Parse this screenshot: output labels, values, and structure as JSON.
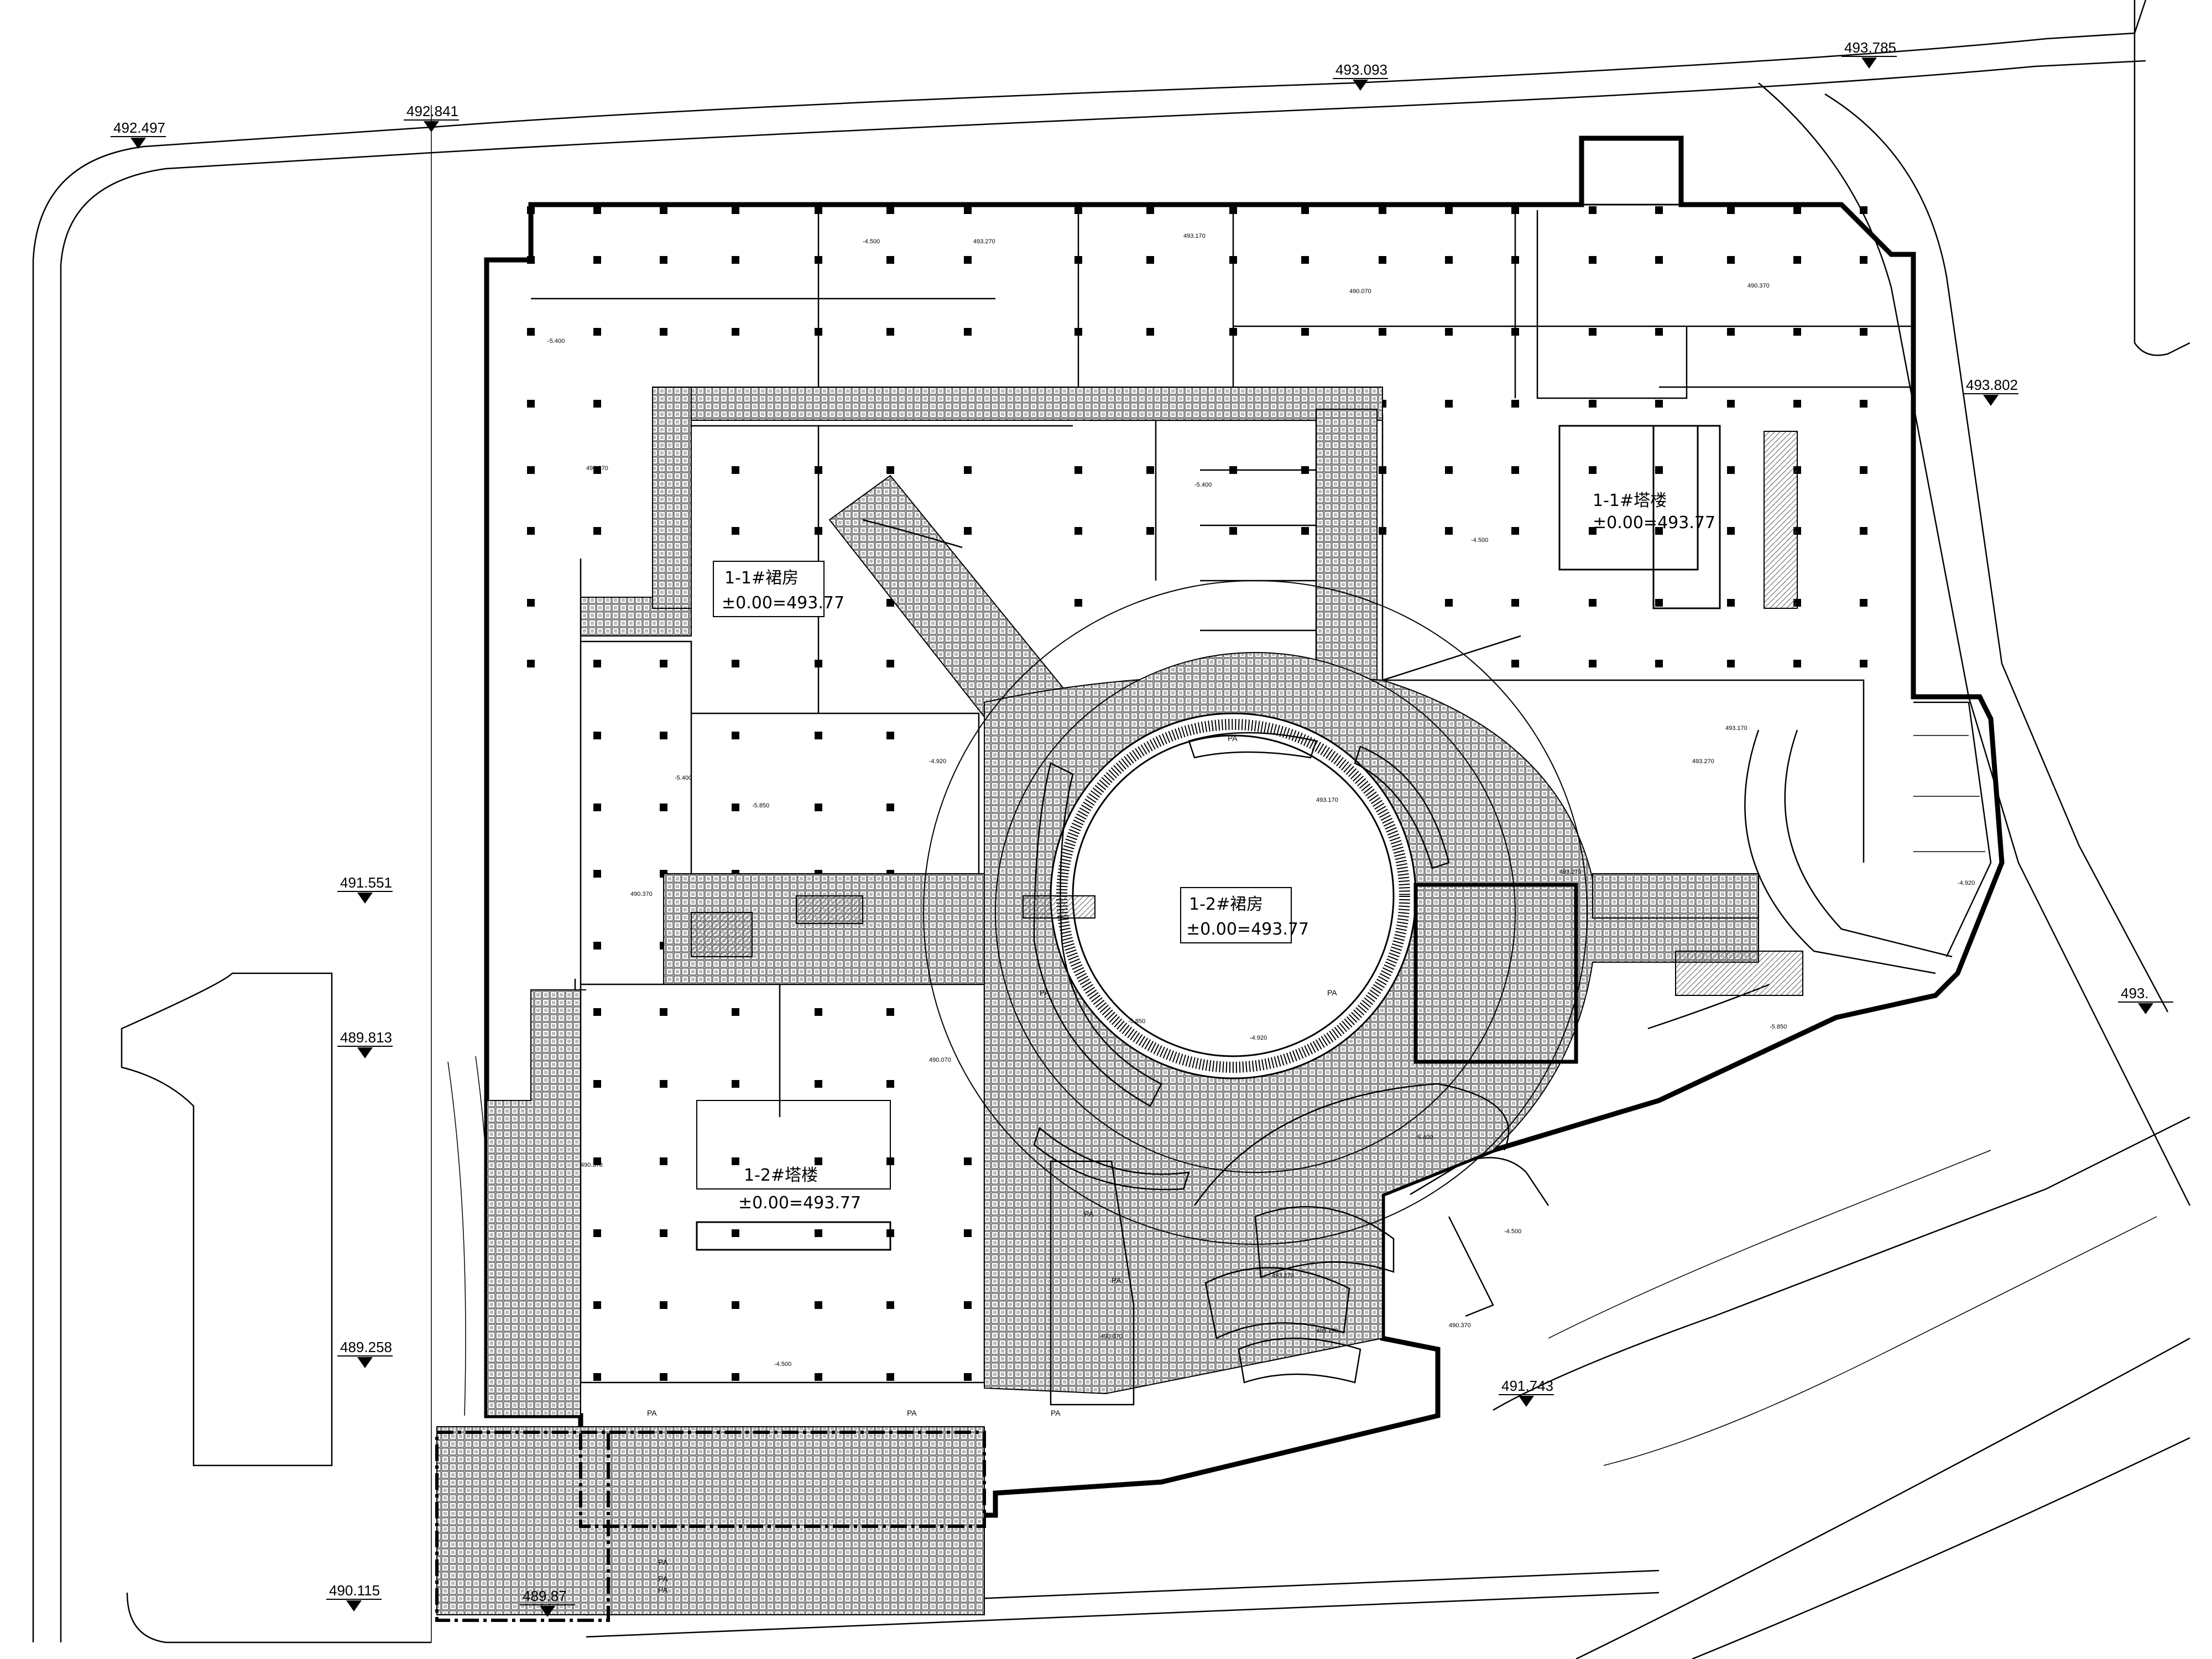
{
  "elevations": [
    {
      "id": "e1",
      "text": "492.497"
    },
    {
      "id": "e2",
      "text": "492.841"
    },
    {
      "id": "e3",
      "text": "493.093"
    },
    {
      "id": "e4",
      "text": "493.785"
    },
    {
      "id": "e5",
      "text": "493.802"
    },
    {
      "id": "e6",
      "text": "493."
    },
    {
      "id": "e7",
      "text": "491.551"
    },
    {
      "id": "e8",
      "text": "489.813"
    },
    {
      "id": "e9",
      "text": "489.258"
    },
    {
      "id": "e10",
      "text": "490.115"
    },
    {
      "id": "e11",
      "text": "489.87"
    },
    {
      "id": "e12",
      "text": "491.743"
    }
  ],
  "labels": {
    "podium_1_1_name": "1-1#裙房",
    "podium_1_1_elev": "±0.00=493.77",
    "podium_1_2_name": "1-2#裙房",
    "podium_1_2_elev": "±0.00=493.77",
    "tower_1_1_name": "1-1#塔楼",
    "tower_1_1_elev": "±0.00=493.77",
    "tower_1_2_name": "1-2#塔楼",
    "tower_1_2_elev": "±0.00=493.77"
  },
  "pa_labels": [
    "PA",
    "PA",
    "PA",
    "PA",
    "PA",
    "PA",
    "PA",
    "PA",
    "PA",
    "PA",
    "PA"
  ],
  "small_elevations": [
    "-5.400",
    "-4.500",
    "493.270",
    "493.170",
    "490.070",
    "490.370",
    "-5.850",
    "-4.920"
  ]
}
